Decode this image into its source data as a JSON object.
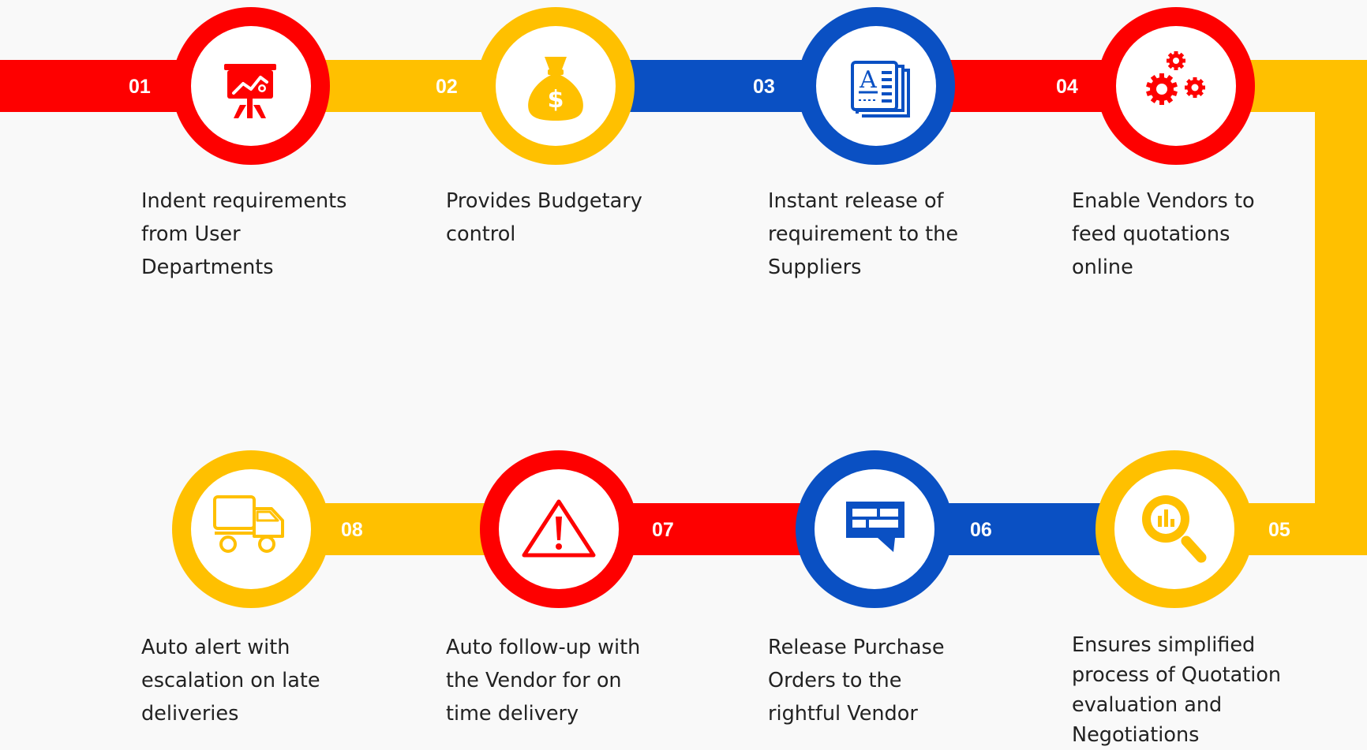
{
  "colors": {
    "red": "#fe0000",
    "yellow": "#ffc000",
    "blue": "#0a50c3",
    "bg": "#f9f9f9"
  },
  "steps": [
    {
      "num": "01",
      "color": "red",
      "icon": "presentation-board-icon",
      "label": [
        "Indent requirements",
        "from User",
        "Departments"
      ]
    },
    {
      "num": "02",
      "color": "yellow",
      "icon": "money-bag-icon",
      "label": [
        "Provides Budgetary",
        "control"
      ]
    },
    {
      "num": "03",
      "color": "blue",
      "icon": "document-cards-icon",
      "label": [
        "Instant release of",
        "requirement to the",
        "Suppliers"
      ]
    },
    {
      "num": "04",
      "color": "red",
      "icon": "gears-icon",
      "label": [
        "Enable Vendors to",
        "feed quotations",
        "online"
      ]
    },
    {
      "num": "05",
      "color": "yellow",
      "icon": "magnifier-chart-icon",
      "label": [
        "Ensures simplified",
        "process of Quotation",
        "evaluation and",
        "Negotiations"
      ]
    },
    {
      "num": "06",
      "color": "blue",
      "icon": "chat-bubble-icon",
      "label": [
        "Release Purchase",
        "Orders to the",
        "rightful Vendor"
      ]
    },
    {
      "num": "07",
      "color": "red",
      "icon": "warning-icon",
      "label": [
        "Auto follow-up with",
        "the Vendor for on",
        "time delivery"
      ]
    },
    {
      "num": "08",
      "color": "yellow",
      "icon": "truck-icon",
      "label": [
        "Auto alert with",
        "escalation on late",
        "deliveries"
      ]
    }
  ]
}
